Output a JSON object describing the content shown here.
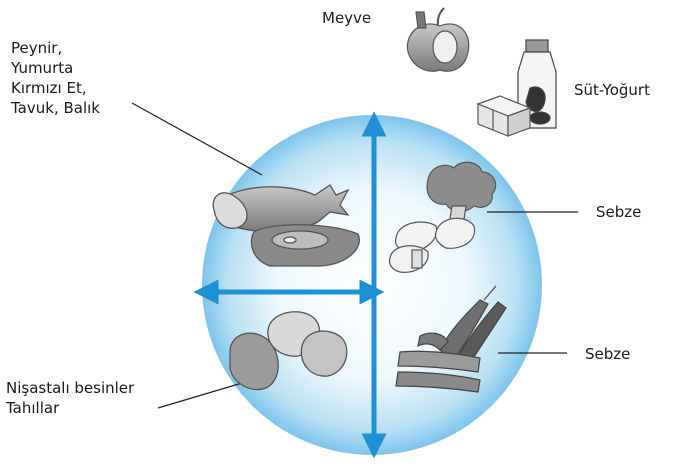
{
  "labels": {
    "meyve": "Meyve",
    "sut_yogurt": "Süt-Yoğurt",
    "protein": [
      "Peynir,",
      "Yumurta",
      "Kırmızı Et,",
      "Tavuk, Balık"
    ],
    "sebze_top": "Sebze",
    "sebze_bottom": "Sebze",
    "starch": [
      "Nişastalı besinler",
      "Tahıllar"
    ]
  },
  "colors": {
    "arrow": "#1f8fd6",
    "plate_center": "#ffffff",
    "plate_edge": "#7ec4ea",
    "food_gray": "#8e8e8e",
    "leader_line": "#222222"
  }
}
